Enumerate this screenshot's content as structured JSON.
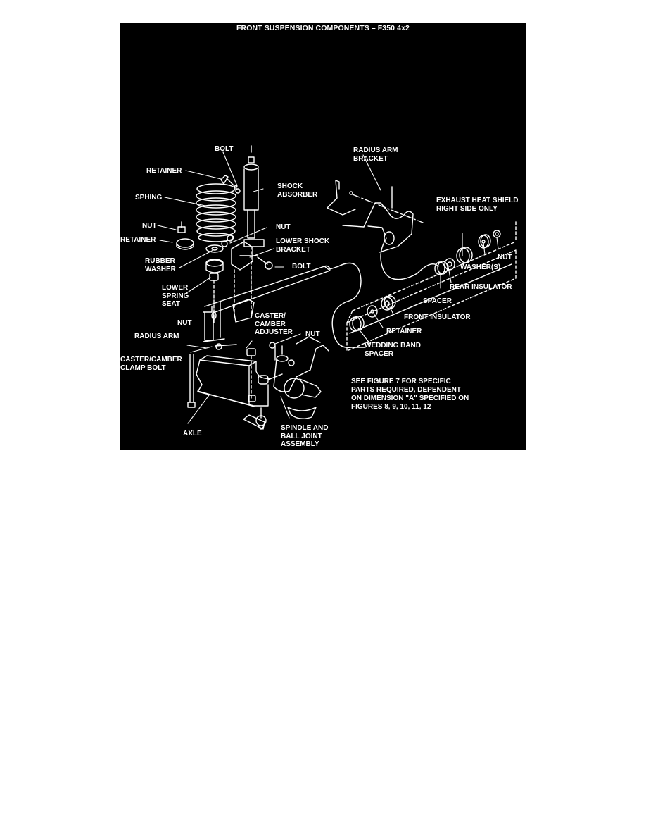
{
  "figure": {
    "title": "FRONT SUSPENSION COMPONENTS – F350 4x2",
    "background_color": "#000000",
    "line_color": "#ffffff",
    "labels": {
      "bolt_top": "BOLT",
      "retainer_top": "RETAINER",
      "spring": "SPHING",
      "shock_absorber": "SHOCK\nABSORBER",
      "nut_left": "NUT",
      "retainer_left": "RETAINER",
      "nut_shock": "NUT",
      "lower_shock_bracket": "LOWER SHOCK\nBRACKET",
      "rubber_washer": "RUBBER\nWASHER",
      "bolt_bracket": "BOLT",
      "lower_spring_seat": "LOWER\nSPRING\nSEAT",
      "nut_lower": "NUT",
      "caster_camber_adjuster": "CASTER/\nCAMBER\nADJUSTER",
      "nut_adjuster": "NUT",
      "radius_arm": "RADIUS ARM",
      "caster_camber_clamp_bolt": "CASTER/CAMBER\nCLAMP BOLT",
      "axle": "AXLE",
      "spindle_assembly": "SPINDLE AND\nBALL JOINT\nASSEMBLY",
      "radius_arm_bracket": "RADIUS ARM\nBRACKET",
      "exhaust_heat_shield": "EXHAUST HEAT SHIELD\nRIGHT SIDE ONLY",
      "nut_right": "NUT",
      "washers": "WASHER(S)",
      "rear_insulator": "REAR INSULATOR",
      "spacer": "SPACER",
      "front_insulator": "FRONT INSULATOR",
      "retainer_right": "RETAINER",
      "wedding_band_spacer": "WEDDING BAND\nSPACER"
    },
    "note": "SEE FIGURE 7 FOR SPECIFIC\nPARTS REQUIRED, DEPENDENT\nON DIMENSION \"A\" SPECIFIED ON\nFIGURES 8, 9, 10, 11, 12"
  }
}
